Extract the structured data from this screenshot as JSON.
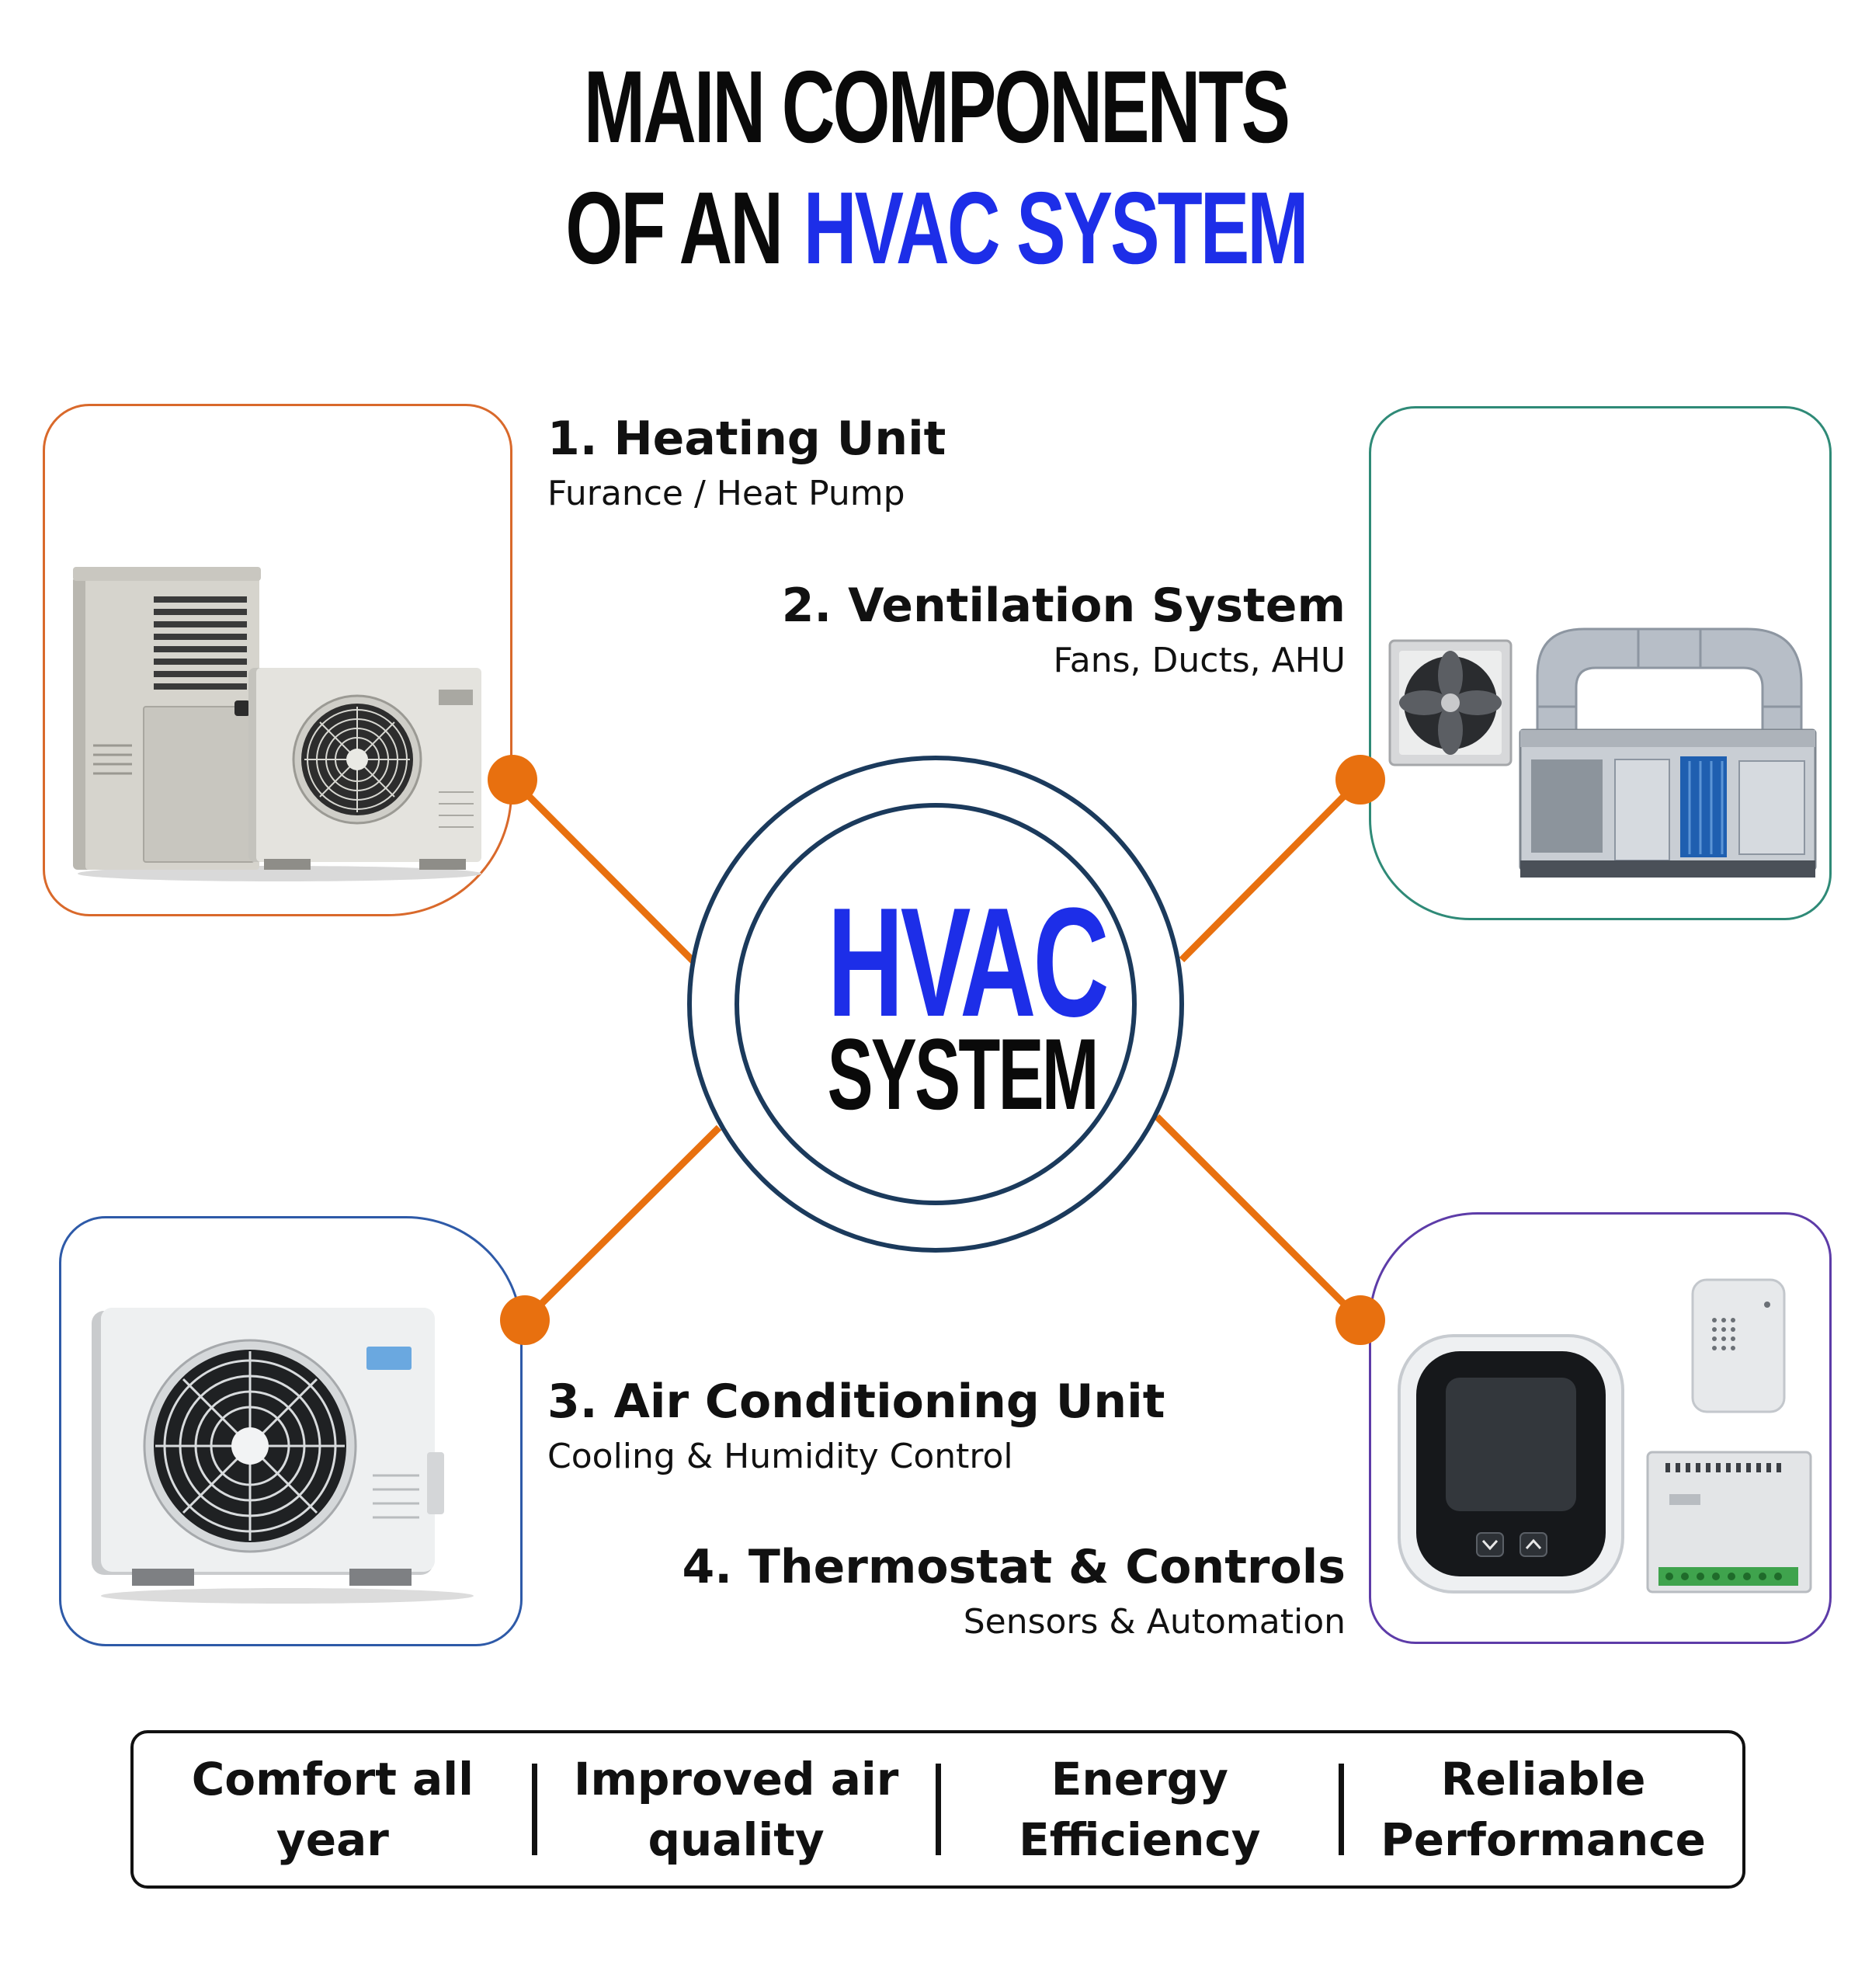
{
  "title": {
    "line1": "MAIN COMPONENTS",
    "line2_prefix": "OF AN",
    "line2_accent": "HVAC SYSTEM"
  },
  "hub": {
    "line1": "HVAC",
    "line2": "SYSTEM"
  },
  "components": [
    {
      "number": "1.",
      "title": "Heating Unit",
      "subtitle": "Furance / Heat Pump"
    },
    {
      "number": "2.",
      "title": "Ventilation System",
      "subtitle": "Fans, Ducts, AHU"
    },
    {
      "number": "3.",
      "title": "Air Conditioning Unit",
      "subtitle": "Cooling & Humidity Control"
    },
    {
      "number": "4.",
      "title": "Thermostat & Controls",
      "subtitle": "Sensors & Automation"
    }
  ],
  "benefits": [
    "Comfort all year",
    "Improved air quality",
    "Energy Efficiency",
    "Reliable Performance"
  ],
  "colors": {
    "accent_blue": "#1d2ee8",
    "connector_orange": "#e8700f",
    "hub_ring": "#1b3a5c",
    "heating_border": "#d9692b",
    "ventilation_border": "#2f8a77",
    "ac_border": "#2e5aa8",
    "thermostat_border": "#5d3ca8"
  }
}
